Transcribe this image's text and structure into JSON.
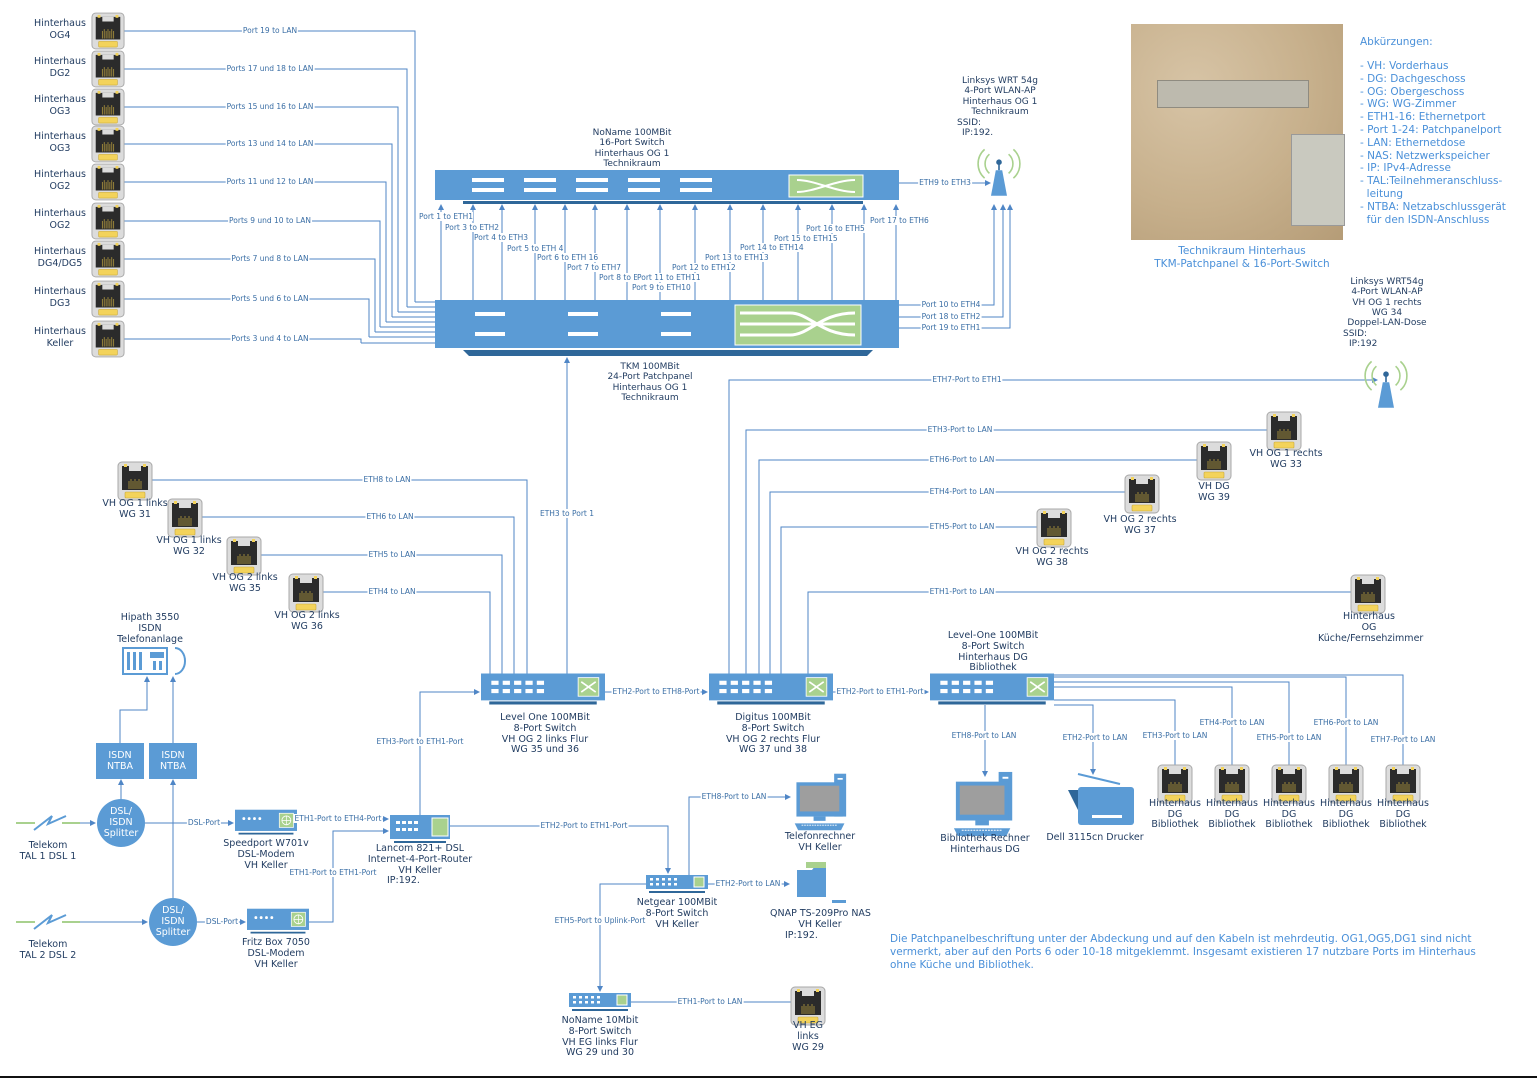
{
  "colors": {
    "accent": "#4a90d9",
    "device_blue": "#5b9bd5",
    "device_dark": "#2f6799",
    "green": "#a9d18e",
    "line": "#4f86c6",
    "text": "#1f3a5f"
  },
  "outlets_left": [
    {
      "label": "Hinterhaus\nOG4",
      "link": "Port 19 to LAN"
    },
    {
      "label": "Hinterhaus\nDG2",
      "link": "Ports 17 und 18 to LAN"
    },
    {
      "label": "Hinterhaus\nOG3",
      "link": "Ports 15 und 16 to LAN"
    },
    {
      "label": "Hinterhaus\nOG3",
      "link": "Ports 13 und 14 to LAN"
    },
    {
      "label": "Hinterhaus\nOG2",
      "link": "Ports 11 und 12 to LAN"
    },
    {
      "label": "Hinterhaus\nOG2",
      "link": "Ports 9 und 10 to LAN"
    },
    {
      "label": "Hinterhaus\nDG4/DG5",
      "link": "Ports 7 und 8 to LAN"
    },
    {
      "label": "Hinterhaus\nDG3",
      "link": "Ports 5 und 6 to LAN"
    },
    {
      "label": "Hinterhaus\nKeller",
      "link": "Ports 3 und 4 to LAN"
    }
  ],
  "switch16": {
    "label": "NoName 100MBit\n16-Port Switch\nHinterhaus OG 1\nTechnikraum"
  },
  "patch_links": [
    "Port 1 to ETH1",
    "Port 3 to ETH2",
    "Port 4 to ETH3",
    "Port 5 to ETH 4",
    "Port 6 to ETH 16",
    "Port 7 to ETH7",
    "Port 8 to ETH8",
    "Port 9 to ETH10",
    "Port 11 to ETH11",
    "Port 12 to ETH12",
    "Port 13 to ETH13",
    "Port 14 to ETH14",
    "Port 15 to ETH15",
    "Port 16 to ETH5",
    "Port 17 to ETH6"
  ],
  "patchpanel": {
    "label": "TKM 100MBit\n24-Port Patchpanel\nHinterhaus OG 1\nTechnikraum",
    "side_links": [
      "Port 10 to ETH4",
      "Port 18 to ETH2",
      "Port 19 to ETH1"
    ]
  },
  "ap1": {
    "label": "Linksys WRT 54g\n4-Port WLAN-AP\nHinterhaus OG 1\nTechnikraum",
    "ssid": "SSID:",
    "ip": "IP:192.",
    "link": "ETH9 to ETH3"
  },
  "ap2": {
    "label": "Linksys WRT54g\n4-Port WLAN-AP\nVH OG 1 rechts\nWG 34\nDoppel-LAN-Dose",
    "ssid": "SSID:",
    "ip": "IP:192",
    "link": "ETH7-Port to ETH1"
  },
  "photo_caption": "Technikraum Hinterhaus\nTKM-Patchpanel & 16-Port-Switch",
  "abbreviations": {
    "title": "Abkürzungen:",
    "items": [
      "- VH: Vorderhaus",
      "- DG: Dachgeschoss",
      "- OG: Obergeschoss",
      "- WG: WG-Zimmer",
      "- ETH1-16: Ethernetport",
      "- Port 1-24: Patchpanelport",
      "- LAN: Ethernetdose",
      "- NAS: Netzwerkspeicher",
      "- IP: IPv4-Adresse",
      "- TAL:Teilnehmeranschluss-\n  leitung",
      "- NTBA: Netzabschlussgerät\n  für den ISDN-Anschluss"
    ]
  },
  "vh_left_outlets": [
    {
      "label": "VH OG 1 links\nWG 31",
      "link": "ETH8 to LAN"
    },
    {
      "label": "VH OG 1 links\nWG 32",
      "link": "ETH6 to LAN"
    },
    {
      "label": "VH OG 2 links\nWG 35",
      "link": "ETH5 to LAN"
    },
    {
      "label": "VH OG 2 links\nWG 36",
      "link": "ETH4 to LAN"
    }
  ],
  "uplink_patch": "ETH3 to Port 1",
  "vh_right_outlets": [
    {
      "label": "VH OG 1 rechts\nWG 33",
      "link": "ETH3-Port to LAN"
    },
    {
      "label": "VH DG\nWG 39",
      "link": "ETH6-Port to LAN"
    },
    {
      "label": "VH OG 2 rechts\nWG 37",
      "link": "ETH4-Port to LAN"
    },
    {
      "label": "VH OG 2 rechts\nWG 38",
      "link": "ETH5-Port to LAN"
    }
  ],
  "kueche": {
    "label": "Hinterhaus\nOG\nKüche/Fernsehzimmer",
    "link": "ETH1-Port to LAN"
  },
  "sw_levelone": {
    "label": "Level One 100MBit\n8-Port Switch\nVH OG 2 links Flur\nWG 35 und 36"
  },
  "sw_digitus": {
    "label": "Digitus 100MBit\n8-Port Switch\nVH OG 2 rechts Flur\nWG 37 und 38"
  },
  "sw_dg": {
    "label": "Level-One 100MBit\n8-Port Switch\nHinterhaus DG\nBibliothek"
  },
  "link_lo_digitus": "ETH2-Port to ETH8-Port",
  "link_digitus_dg": "ETH2-Port to ETH1-Port",
  "bibliothek": {
    "pc": {
      "label": "Bibliothek Rechner\nHinterhaus DG",
      "link": "ETH8-Port to LAN"
    },
    "printer": {
      "label": "Dell 3115cn Drucker",
      "link": "ETH2-Port to LAN"
    },
    "outlets": [
      {
        "label": "Hinterhaus\nDG\nBibliothek",
        "link": "ETH3-Port to LAN"
      },
      {
        "label": "Hinterhaus\nDG\nBibliothek",
        "link": "ETH4-Port to LAN"
      },
      {
        "label": "Hinterhaus\nDG\nBibliothek",
        "link": "ETH5-Port to LAN"
      },
      {
        "label": "Hinterhaus\nDG\nBibliothek",
        "link": "ETH6-Port to LAN"
      },
      {
        "label": "Hinterhaus\nDG\nBibliothek",
        "link": "ETH7-Port to LAN"
      }
    ]
  },
  "pbx": {
    "label": "Hipath 3550\nISDN\nTelefonanlage"
  },
  "ntba1": {
    "label": "ISDN\nNTBA"
  },
  "ntba2": {
    "label": "ISDN\nNTBA"
  },
  "splitter1": {
    "label": "DSL/\nISDN\nSplitter"
  },
  "splitter2": {
    "label": "DSL/\nISDN\nSplitter"
  },
  "tal1": {
    "label": "Telekom\nTAL 1 DSL 1"
  },
  "tal2": {
    "label": "Telekom\nTAL 2 DSL 2"
  },
  "modem1": {
    "label": "Speedport W701v\nDSL-Modem\nVH Keller",
    "link": "DSL-Port",
    "out": "ETH1-Port to ETH4-Port"
  },
  "modem2": {
    "label": "Fritz Box 7050\nDSL-Modem\nVH Keller",
    "link": "DSL-Port",
    "out": "ETH1-Port to ETH1-Port"
  },
  "router": {
    "label": "Lancom 821+ DSL\nInternet-4-Port-Router\nVH Keller",
    "ip": "IP:192.",
    "up": "ETH3-Port to ETH1-Port",
    "out": "ETH2-Port to ETH1-Port"
  },
  "netgear": {
    "label": "Netgear 100MBit\n8-Port Switch\nVH Keller",
    "down": "ETH5-Port to Uplink-Port"
  },
  "telefonrechner": {
    "label": "Telefonrechner\nVH Keller",
    "link": "ETH8-Port to LAN"
  },
  "nas": {
    "label": "QNAP TS-209Pro NAS\nVH Keller",
    "ip": "IP:192.",
    "link": "ETH2-Port to LAN"
  },
  "sw_eg": {
    "label": "NoName 10Mbit\n8-Port Switch\nVH EG links Flur\nWG 29 und 30",
    "link": "ETH1-Port to LAN"
  },
  "eg_outlet": {
    "label": "VH EG\nlinks\nWG 29"
  },
  "footnote": "Die Patchpanelbeschriftung unter der Abdeckung und auf den Kabeln ist mehrdeutig. OG1,OG5,DG1 sind nicht vermerkt, aber auf den Ports 6 oder 10-18 mitgeklemmt. Insgesamt existieren 17 nutzbare Ports im Hinterhaus ohne Küche und Bibliothek."
}
